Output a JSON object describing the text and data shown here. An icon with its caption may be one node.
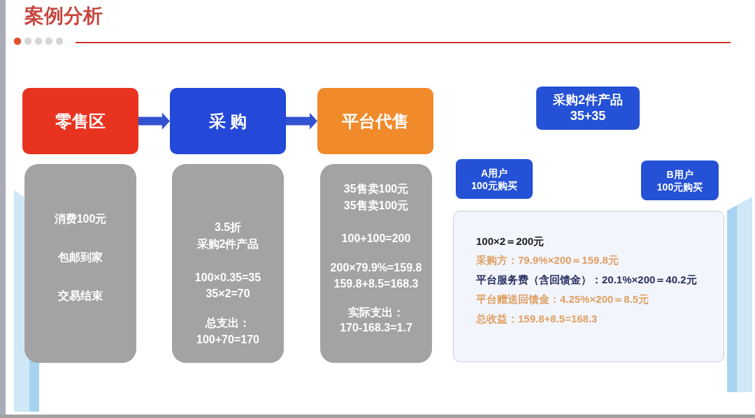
{
  "diagram": {
    "title": "案例分析",
    "nodes": [
      {
        "text": [
          "零售区"
        ]
      },
      {
        "text": [
          "采 购"
        ]
      },
      {
        "text": [
          "平台代售"
        ]
      },
      {
        "text": [
          "消费100元",
          "包邮到家",
          "交易结束"
        ]
      },
      {
        "text": [
          "3.5折",
          "采购2件产品",
          "100×0.35=35",
          "35×2=70",
          "总支出：",
          "100+70=170"
        ]
      },
      {
        "text": [
          "35售卖100元",
          "35售卖100元",
          "100+100=200",
          "200×79.9%=159.8",
          "159.8+8.5=168.3",
          "实际支出：",
          "170-168.3=1.7"
        ]
      },
      {
        "text": [
          "采购2件产品",
          "35+35"
        ]
      },
      {
        "text": [
          "A用户",
          "100元购买"
        ]
      },
      {
        "text": [
          "B用户",
          "100元购买"
        ]
      },
      {
        "text": [
          "100×2＝200元",
          "采购方：79.9%×200＝159.8元",
          "平台服务费（含回馈金）：20.1%×200＝40.2元",
          "平台赠送回馈金：4.25%×200＝8.5元",
          "总收益：159.8+8.5=168.3"
        ]
      }
    ],
    "edges": [
      {
        "from": 0,
        "to": 1,
        "arrow": "to"
      },
      {
        "from": 1,
        "to": 2,
        "arrow": "to"
      }
    ]
  }
}
